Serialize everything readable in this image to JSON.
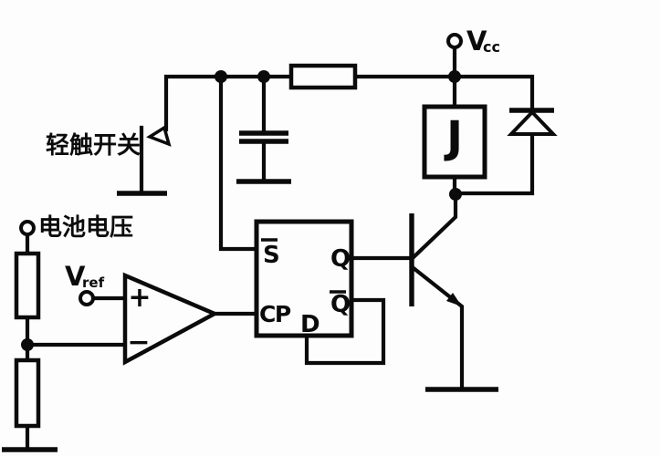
{
  "colors": {
    "line": "#0b0b0b",
    "background": "#fdfdfd"
  },
  "labels": {
    "tact_switch": "轻触开关",
    "battery_voltage": "电池电压",
    "vref": {
      "base": "V",
      "sub": "ref"
    },
    "vcc": {
      "base": "V",
      "sub": "cc"
    },
    "relay": "J",
    "opamp": {
      "plus": "+",
      "minus": "−"
    }
  },
  "flip_flop": {
    "pin_s_bar": "S",
    "pin_cp": "CP",
    "pin_d": "D",
    "pin_q": "Q",
    "pin_q_bar": "Q"
  }
}
